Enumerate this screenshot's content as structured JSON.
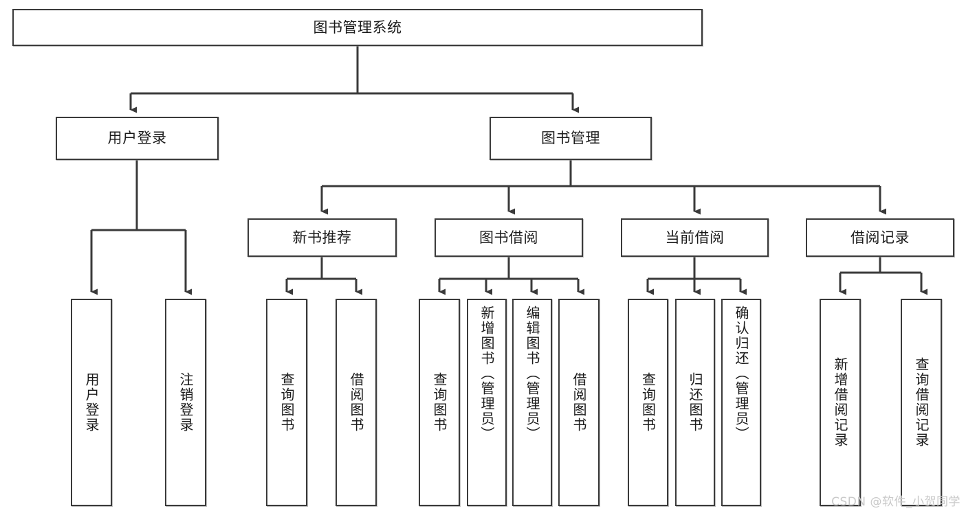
{
  "diagram": {
    "title": "图书管理系统",
    "type": "tree-hierarchy",
    "watermark": "CSDN @软件_小贺同学",
    "colors": {
      "stroke": "#3a3a3a",
      "fill": "#ffffff",
      "text": "#1b1b1b",
      "watermark": "#c9c9c9"
    },
    "nodes": {
      "root": {
        "label": "图书管理系统"
      },
      "level1": [
        {
          "id": "user-login",
          "label": "用户登录"
        },
        {
          "id": "book-manage",
          "label": "图书管理"
        }
      ],
      "level2": [
        {
          "id": "new-book-recommend",
          "label": "新书推荐"
        },
        {
          "id": "book-borrow",
          "label": "图书借阅"
        },
        {
          "id": "current-borrow",
          "label": "当前借阅"
        },
        {
          "id": "borrow-record",
          "label": "借阅记录"
        }
      ],
      "leaves": {
        "user-login": [
          {
            "id": "leaf-user-login",
            "label": "用户登录"
          },
          {
            "id": "leaf-logout",
            "label": "注销登录"
          }
        ],
        "new-book-recommend": [
          {
            "id": "leaf-query-book-1",
            "label": "查询图书"
          },
          {
            "id": "leaf-borrow-book-1",
            "label": "借阅图书"
          }
        ],
        "book-borrow": [
          {
            "id": "leaf-query-book-2",
            "label": "查询图书"
          },
          {
            "id": "leaf-add-book",
            "label": "新增图书（管理员）"
          },
          {
            "id": "leaf-edit-book",
            "label": "编辑图书（管理员）"
          },
          {
            "id": "leaf-borrow-book-2",
            "label": "借阅图书"
          }
        ],
        "current-borrow": [
          {
            "id": "leaf-query-book-3",
            "label": "查询图书"
          },
          {
            "id": "leaf-return-book",
            "label": "归还图书"
          },
          {
            "id": "leaf-confirm-return",
            "label": "确认归还（管理员）"
          }
        ],
        "borrow-record": [
          {
            "id": "leaf-add-record",
            "label": "新增借阅记录"
          },
          {
            "id": "leaf-query-record",
            "label": "查询借阅记录"
          }
        ]
      }
    }
  }
}
